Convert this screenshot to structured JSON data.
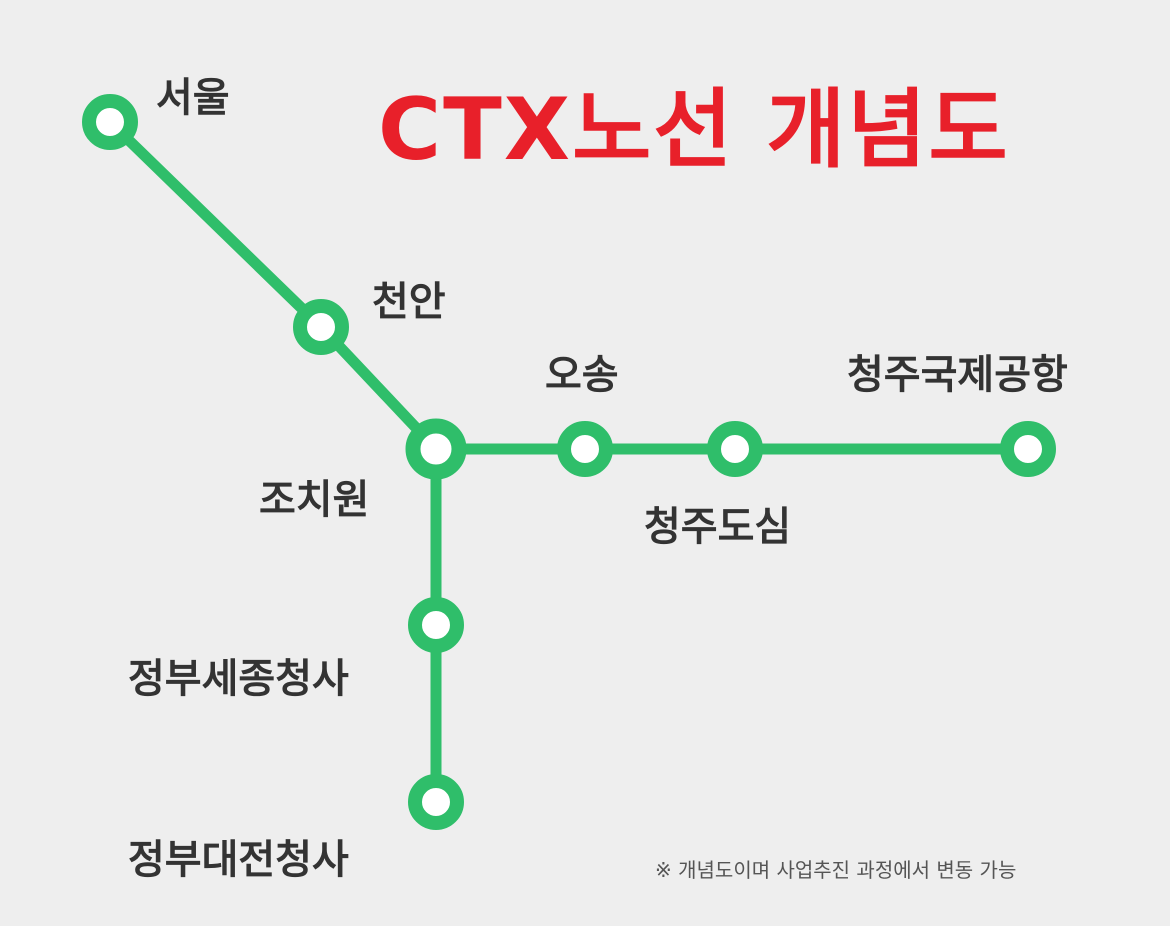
{
  "title": "CTX노선 개념도",
  "note": "※ 개념도이며 사업추진 과정에서 변동 가능",
  "colors": {
    "line": "#2fbe6a",
    "station_fill": "#ffffff",
    "title": "#e8202a",
    "label": "#333333",
    "note": "#555555",
    "background": "#eeeeee"
  },
  "stations": [
    {
      "id": "seoul",
      "name": "서울"
    },
    {
      "id": "cheonan",
      "name": "천안"
    },
    {
      "id": "jochiwon",
      "name": "조치원"
    },
    {
      "id": "osong",
      "name": "오송"
    },
    {
      "id": "cheongju-downtown",
      "name": "청주도심"
    },
    {
      "id": "cheongju-airport",
      "name": "청주국제공항"
    },
    {
      "id": "sejong-complex",
      "name": "정부세종청사"
    },
    {
      "id": "daejeon-complex",
      "name": "정부대전청사"
    }
  ]
}
